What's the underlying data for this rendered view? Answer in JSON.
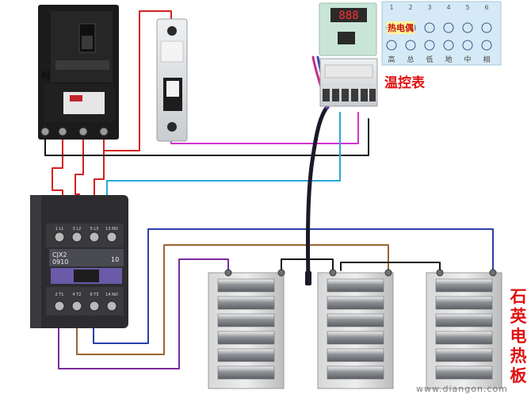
{
  "labels": {
    "neutral": "N",
    "temp_controller": "温控表",
    "thermocouple": "热电偶",
    "quartz_heater_vertical": [
      "石",
      "英",
      "电",
      "热",
      "板"
    ],
    "watermark": "www.diangon.com"
  },
  "contactor": {
    "model": "CJX2\n0910",
    "rating": "10",
    "top_terminals": [
      "1 L1",
      "3 L2",
      "5 L3",
      "13 NO"
    ],
    "bottom_terminals": [
      "2 T1",
      "4 T2",
      "6 T3",
      "14 NO"
    ]
  },
  "terminal_chart": {
    "columns": [
      "1",
      "2",
      "3",
      "4",
      "5",
      "6"
    ],
    "bottom_row": [
      "高",
      "总",
      "低",
      "地",
      "中",
      "相"
    ]
  },
  "controller_display": "888",
  "wire_colors": {
    "red": "#d42020",
    "black": "#151515",
    "magenta": "#d230d2",
    "cyan": "#2aa8d8",
    "blue": "#2a3fa8",
    "brown": "#9a6530",
    "purple": "#7a2aa0",
    "thermo_cable": "#1a1a2a"
  }
}
